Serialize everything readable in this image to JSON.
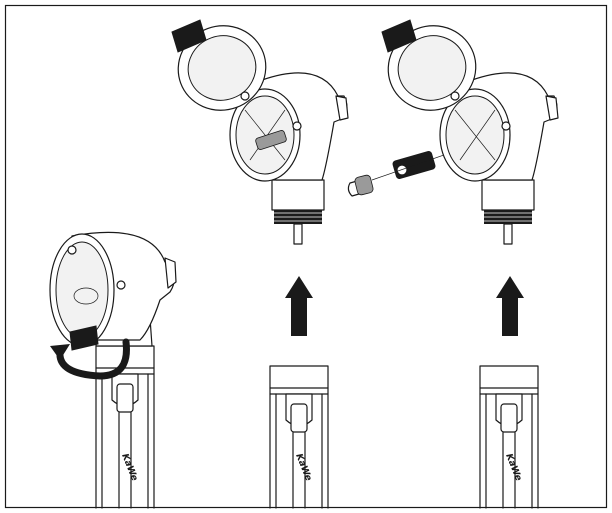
{
  "figure": {
    "brand_label": "KaWe",
    "colors": {
      "ink": "#1a1a1a",
      "background": "#ffffff",
      "glass": "#f2f2f2"
    },
    "steps": [
      {
        "name": "remove-head",
        "icon": "rotate-arrow-icon"
      },
      {
        "name": "attach-head-with-lamp",
        "icon": "arrow-up-icon"
      },
      {
        "name": "insert-lamp",
        "icon": "arrow-up-icon"
      }
    ]
  }
}
